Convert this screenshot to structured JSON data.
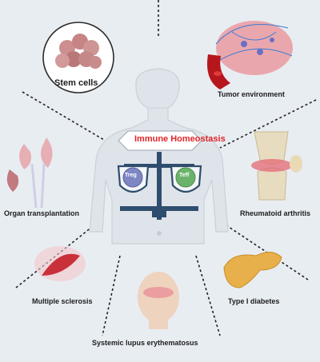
{
  "center": {
    "title": "Immune Homeostasis",
    "left_pan": "Treg",
    "right_pan": "Teff"
  },
  "conditions": {
    "stem_cells": "Stem cells",
    "tumor": "Tumor environment",
    "organ": "Organ transplantation",
    "ra": "Rheumatoid arthritis",
    "ms": "Multiple sclerosis",
    "t1d": "Type I diabetes",
    "sle": "Systemic lupus erythematosus"
  },
  "colors": {
    "background": "#e8edf2",
    "title_red": "#e0262b",
    "treg_blue": "#7f86c4",
    "teff_green": "#6bb36a",
    "scale_navy": "#2f4d6e"
  }
}
